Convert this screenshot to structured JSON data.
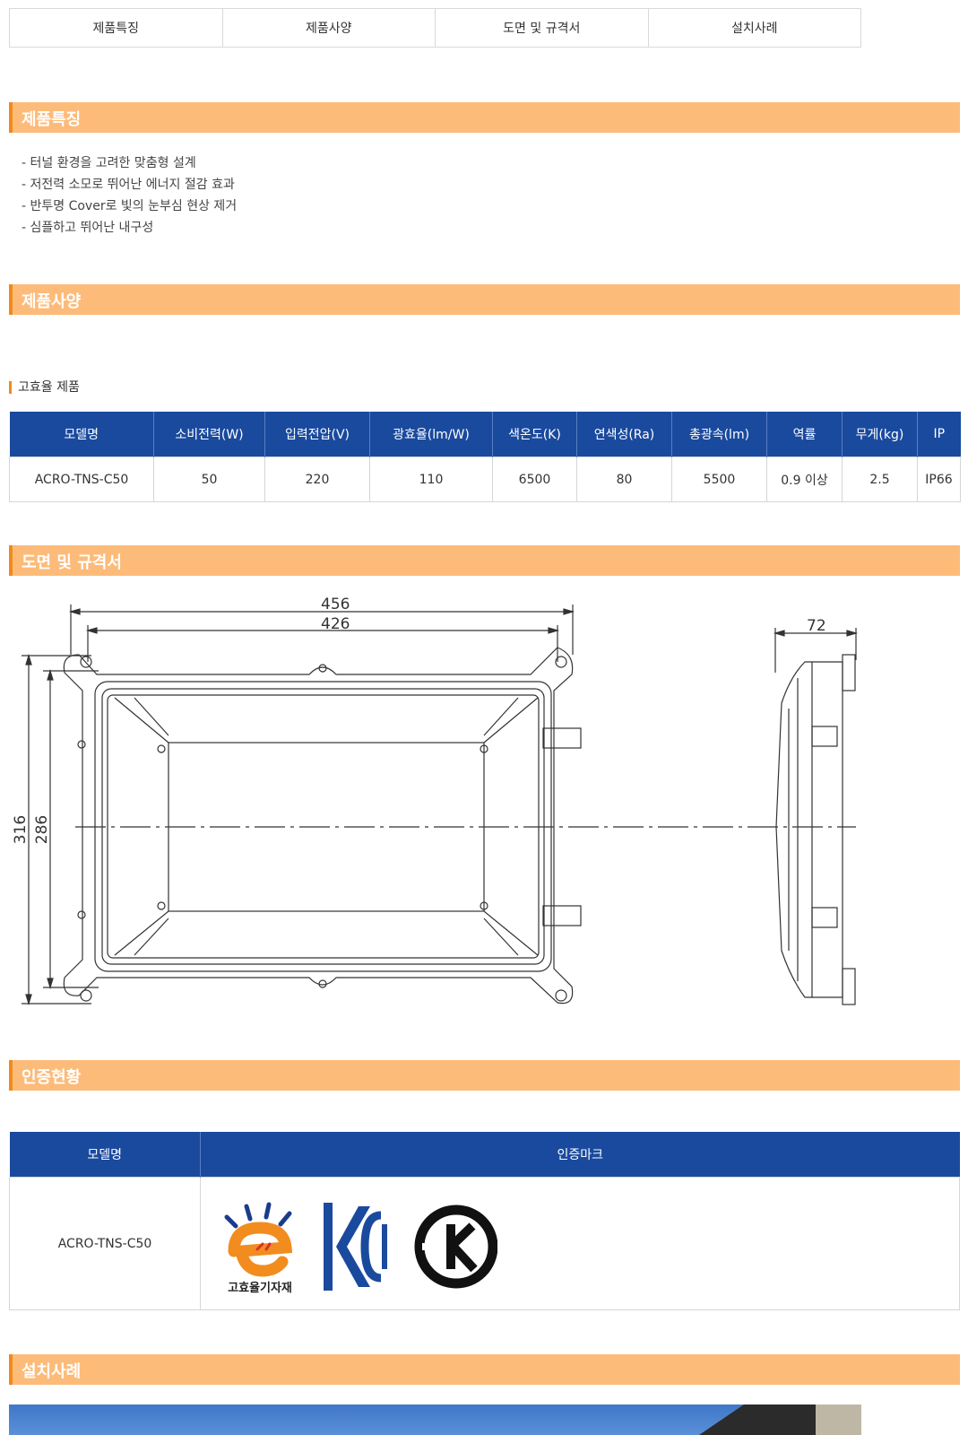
{
  "tabs": [
    "제품특징",
    "제품사양",
    "도면 및 규격서",
    "설치사례"
  ],
  "sections": {
    "features": "제품특징",
    "specs": "제품사양",
    "drawing": "도면 및 규격서",
    "certification": "인증현황",
    "installation": "설치사례"
  },
  "features": [
    "- 터널 환경을 고려한 맞춤형 설계",
    "- 저전력 소모로 뛰어난 에너지 절감 효과",
    "- 반투명 Cover로 빛의 눈부심 현상 제거",
    "- 심플하고 뛰어난 내구성"
  ],
  "spec_subtitle": "고효율 제품",
  "spec_table": {
    "headers": [
      "모델명",
      "소비전력(W)",
      "입력전압(V)",
      "광효율(lm/W)",
      "색온도(K)",
      "연색성(Ra)",
      "총광속(lm)",
      "역률",
      "무게(kg)",
      "IP"
    ],
    "row": [
      "ACRO-TNS-C50",
      "50",
      "220",
      "110",
      "6500",
      "80",
      "5500",
      "0.9 이상",
      "2.5",
      "IP66"
    ]
  },
  "drawing": {
    "dim_456": "456",
    "dim_426": "426",
    "dim_72": "72",
    "dim_316": "316",
    "dim_286": "286"
  },
  "cert_table": {
    "headers": [
      "모델명",
      "인증마크"
    ],
    "model": "ACRO-TNS-C50",
    "logo_text": "고효율기자재"
  },
  "colors": {
    "section_bg": "#fdbb79",
    "section_accent": "#f08a1d",
    "table_header": "#1a4a9e"
  }
}
